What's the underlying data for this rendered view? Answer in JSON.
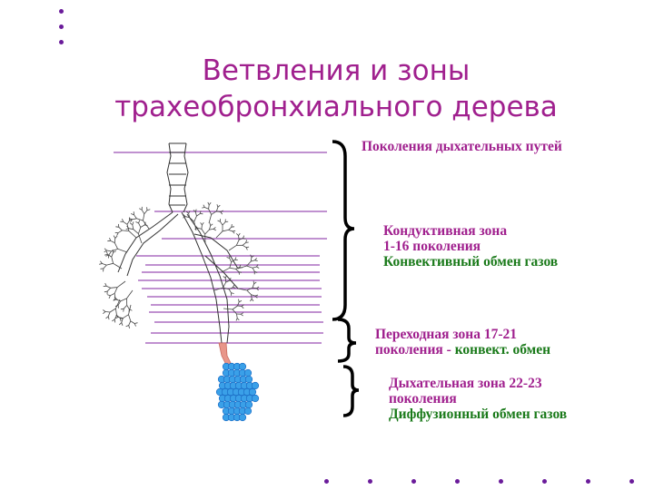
{
  "title": {
    "line1": "Ветвления и зоны",
    "line2": "трахеобронхиального дерева"
  },
  "labels": {
    "generations": "Поколения дыхательных путей",
    "conductive": {
      "zone": "Кондуктивная зона",
      "generations": "1-16 поколения",
      "exchange": "Конвективный обмен газов"
    },
    "transitional": {
      "zone": "Переходная  зона 17-21",
      "generations_prefix": "поколения - ",
      "exchange": "конвект. обмен"
    },
    "respiratory": {
      "zone": "Дыхательная зона 22-23",
      "generations": "поколения",
      "exchange": "Диффузионный обмен газов"
    }
  },
  "colors": {
    "title": "#a0208e",
    "zone_text": "#a0208e",
    "exchange_text": "#1a7a1a",
    "generation_lines": "#9b4fb3",
    "bracket": "#000000",
    "bronchiole": "#e8968a",
    "alveoli": "#3aa0e8",
    "dots": "#6a1b9a"
  }
}
